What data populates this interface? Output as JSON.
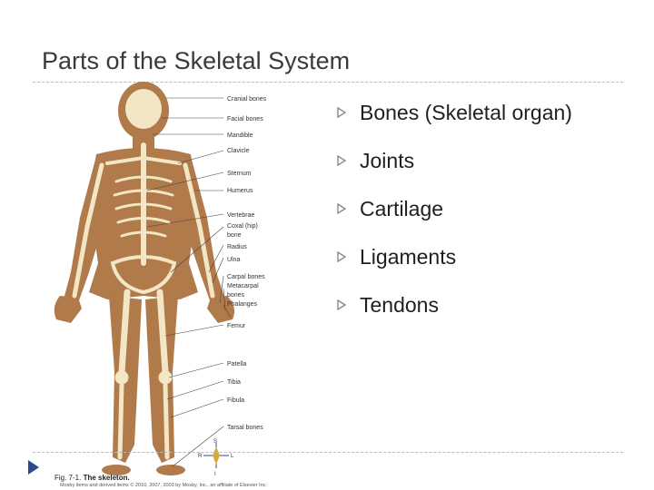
{
  "slide": {
    "title": "Parts of the Skeletal System",
    "bullets": [
      "Bones (Skeletal organ)",
      "Joints",
      "Cartilage",
      "Ligaments",
      "Tendons"
    ]
  },
  "figure": {
    "labels": [
      "Cranial bones",
      "Facial bones",
      "Mandible",
      "Clavicle",
      "Sternum",
      "Humerus",
      "Vertebrae",
      "Coxal (hip)",
      "bone",
      "Radius",
      "Ulna",
      "Carpal bones",
      "Metacarpal",
      "bones",
      "Phalanges",
      "Femur",
      "Patella",
      "Tibia",
      "Fibula",
      "Tarsal bones"
    ],
    "compass": {
      "s": "S",
      "r": "R",
      "l": "L",
      "i": "I"
    },
    "caption_fig": "Fig. 7-1.",
    "caption_title": "The skeleton.",
    "credit": "Mosby items and derived items © 2010, 2007, 2003 by Mosby, Inc., an affiliate of Elsevier Inc."
  },
  "colors": {
    "skin": "#b07a4a",
    "bone": "#f3e6c4",
    "bullet": "#8a8a8a",
    "accent": "#2b4a8a"
  }
}
